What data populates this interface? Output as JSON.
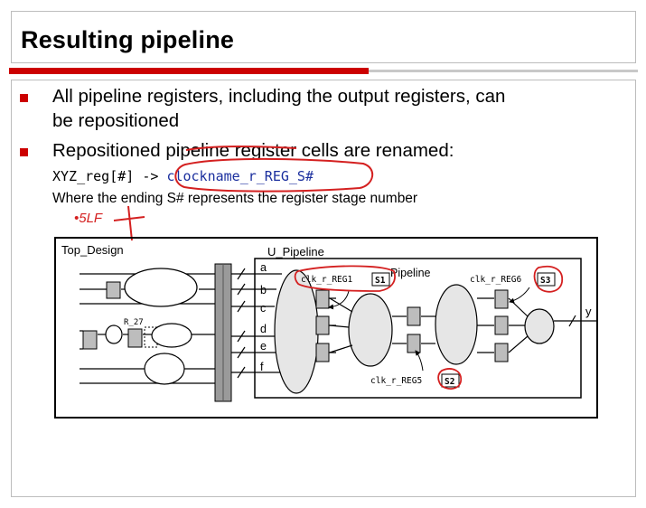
{
  "title": "Resulting pipeline",
  "bullets": [
    {
      "line1": "All pipeline registers, including the output registers, can",
      "line2": "be repositioned"
    },
    {
      "line1": "Repositioned pipeline register cells are renamed:"
    }
  ],
  "rename": {
    "prefix": "XYZ_reg[#] -> ",
    "target": "clockname_r_REG_S#"
  },
  "where_text": "Where the ending S# represents the register stage number",
  "handwritten_note": "•5LF",
  "diagram": {
    "top_design": "Top_Design",
    "u_pipeline": "U_Pipeline",
    "pipeline": "Pipeline",
    "r27": "R_27",
    "ports": [
      "a",
      "b",
      "c",
      "d",
      "e",
      "f"
    ],
    "output_port": "y",
    "reg_labels": [
      "clk_r_REG1",
      "clk_r_REG5",
      "clk_r_REG6"
    ],
    "stages": [
      "S1",
      "S2",
      "S3"
    ]
  },
  "colors": {
    "accent": "#cc0000",
    "annotation": "#d42020",
    "link": "#1b2f9e"
  }
}
